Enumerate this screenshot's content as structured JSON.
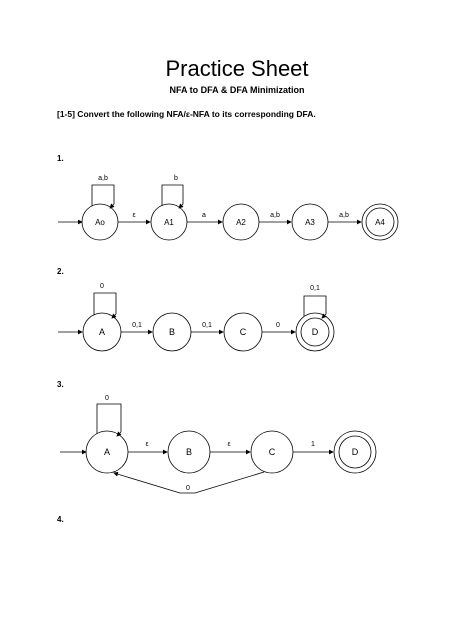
{
  "title": "Practice Sheet",
  "subtitle": "NFA to DFA & DFA Minimization",
  "instruction": "[1-5] Convert the following NFA/ε-NFA to its corresponding DFA.",
  "questions": [
    {
      "number": "1.",
      "states": [
        "Ao",
        "A1",
        "A2",
        "A3",
        "A4"
      ],
      "transitions": [
        "ε",
        "a",
        "a,b",
        "a,b"
      ],
      "loops": [
        "a,b",
        "b"
      ]
    },
    {
      "number": "2.",
      "states": [
        "A",
        "B",
        "C",
        "D"
      ],
      "transitions": [
        "0,1",
        "0,1",
        "0"
      ],
      "loops": [
        "0",
        "0,1"
      ]
    },
    {
      "number": "3.",
      "states": [
        "A",
        "B",
        "C",
        "D"
      ],
      "transitions": [
        "ε",
        "ε",
        "1"
      ],
      "loops": [
        "0"
      ],
      "back_edge": "0"
    },
    {
      "number": "4."
    }
  ]
}
